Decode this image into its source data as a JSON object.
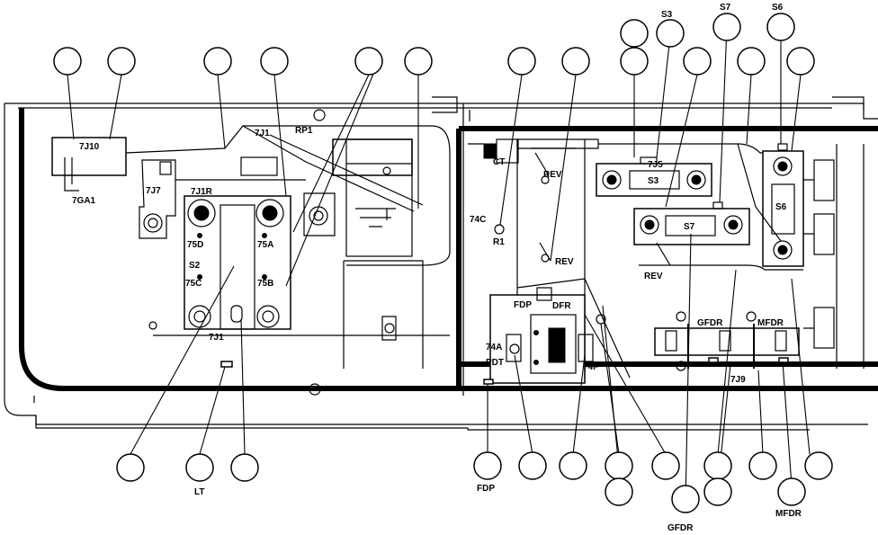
{
  "labels": {
    "j10": "7J10",
    "ga1": "7GA1",
    "j7": "7J7",
    "j1r": "7J1R",
    "j1_top": "7J1",
    "rp1": "RP1",
    "r75d": "75D",
    "r75a": "75A",
    "s2": "S2",
    "r75c": "75C",
    "r75b": "75B",
    "j1_bottom": "7J1",
    "lt": "LT",
    "ct": "CT",
    "rev1": "REV",
    "c74": "74C",
    "r1": "R1",
    "rev2": "REV",
    "rev3": "REV",
    "fdp1": "FDP",
    "dfr": "DFR",
    "a74": "74A",
    "pdt": "PDT",
    "f74": "74F",
    "fdp2": "FDP",
    "s3_top": "S3",
    "j5": "7J5",
    "s3_inner": "S3",
    "s7_top": "S7",
    "s7_inner": "S7",
    "s6_top": "S6",
    "s6_inner": "S6",
    "gfdr1": "GFDR",
    "mfdr1": "MFDR",
    "j9": "7J9",
    "gfdr2": "GFDR",
    "mfdr2": "MFDR"
  }
}
